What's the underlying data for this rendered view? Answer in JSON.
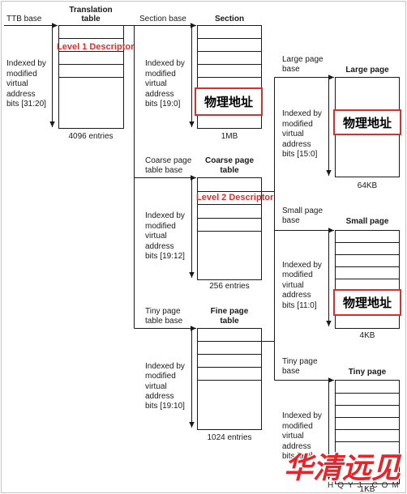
{
  "translation_table": {
    "base_label": "TTB base",
    "title_lines": [
      "Translation",
      "table"
    ],
    "descriptor_label": "Level 1 Descriptor",
    "index_lines": [
      "Indexed by",
      "modified",
      "virtual",
      "address",
      "bits [31:20]"
    ],
    "entries": "4096 entries"
  },
  "section": {
    "base_label": "Section base",
    "title": "Section",
    "index_lines": [
      "Indexed by",
      "modified",
      "virtual",
      "address",
      "bits [19:0]"
    ],
    "physical_address": "物理地址",
    "size": "1MB"
  },
  "coarse_page_table": {
    "base_lines": [
      "Coarse page",
      "table base"
    ],
    "title_lines": [
      "Coarse page",
      "table"
    ],
    "descriptor_label": "Level 2 Descriptor",
    "index_lines": [
      "Indexed by",
      "modified",
      "virtual",
      "address",
      "bits [19:12]"
    ],
    "entries": "256 entries"
  },
  "fine_page_table": {
    "base_lines": [
      "Tiny page",
      "table base"
    ],
    "title_lines": [
      "Fine page",
      "table"
    ],
    "index_lines": [
      "Indexed by",
      "modified",
      "virtual",
      "address",
      "bits [19:10]"
    ],
    "entries": "1024 entries"
  },
  "large_page": {
    "base_lines": [
      "Large page",
      "base"
    ],
    "title": "Large page",
    "index_lines": [
      "Indexed by",
      "modified",
      "virtual",
      "address",
      "bits [15:0]"
    ],
    "physical_address": "物理地址",
    "size": "64KB"
  },
  "small_page": {
    "base_lines": [
      "Small page",
      "base"
    ],
    "title": "Small page",
    "index_lines": [
      "Indexed by",
      "modified",
      "virtual",
      "address",
      "bits [11:0]"
    ],
    "physical_address": "物理地址",
    "size": "4KB"
  },
  "tiny_page": {
    "base_lines": [
      "Tiny page",
      "base"
    ],
    "title": "Tiny page",
    "index_lines": [
      "Indexed by",
      "modified",
      "virtual",
      "address",
      "bits [9:0]"
    ],
    "size": "1KB"
  },
  "watermark": {
    "brand": "华清远见",
    "url": "HQYJ.COM"
  },
  "colors": {
    "line": "#1a1a1a",
    "descriptor_label": "#e32b2b",
    "highlight_border": "#d8312b",
    "watermark": "#e3262c"
  }
}
